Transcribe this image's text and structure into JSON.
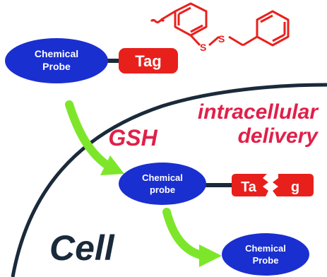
{
  "probe_top": {
    "line1": "Chemical",
    "line2": "Probe",
    "tag": "Tag"
  },
  "probe_middle": {
    "line1": "Chemical",
    "line2": "probe",
    "tag_left": "Ta",
    "tag_right": "g"
  },
  "probe_bottom": {
    "line1": "Chemical",
    "line2": "Probe"
  },
  "labels": {
    "gsh": "GSH",
    "delivery_line1": "intracellular",
    "delivery_line2": "delivery",
    "cell": "Cell"
  },
  "colors": {
    "probe_blue": "#1a2fd0",
    "tag_red": "#e8201c",
    "accent_red": "#e0204a",
    "arrow_green": "#7ee62a",
    "cell_line": "#1a2a3a",
    "structure_red": "#e8201c"
  }
}
